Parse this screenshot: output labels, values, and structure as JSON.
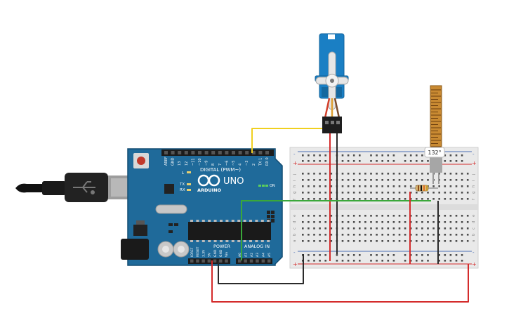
{
  "board": {
    "brand": "ARDUINO",
    "model": "UNO",
    "digital_label": "DIGITAL (PWM~)",
    "power_label": "POWER",
    "analog_label": "ANALOG IN",
    "on_label": "ON",
    "led_l": "L",
    "led_tx": "TX",
    "led_rx": "RX",
    "top_pins": [
      "AREF",
      "GND",
      "13",
      "12",
      "~11",
      "~10",
      "~9",
      "8",
      "7",
      "~6",
      "~5",
      "4",
      "~3",
      "2",
      "TX 1",
      "RX 0"
    ],
    "power_pins": [
      "IOREF",
      "RESET",
      "3.3V",
      "5V",
      "GND",
      "GND",
      "Vin"
    ],
    "analog_pins": [
      "A0",
      "A1",
      "A2",
      "A3",
      "A4",
      "A5"
    ]
  },
  "flex_sensor": {
    "angle_readout": "132°"
  },
  "breadboard": {
    "row_letters_top": [
      "j",
      "i",
      "h",
      "g",
      "f"
    ],
    "row_letters_bottom": [
      "e",
      "d",
      "c",
      "b",
      "a"
    ],
    "plus": "+",
    "minus": "-",
    "col_count": 30
  },
  "colors": {
    "board": "#1f6a9a",
    "wire_red": "#d42b2b",
    "wire_black": "#2a2a2a",
    "wire_yellow": "#f0d020",
    "wire_green": "#3aa83a",
    "servo": "#1a7fc4",
    "breadboard": "#e9e9e9",
    "flex": "#c98a32"
  }
}
